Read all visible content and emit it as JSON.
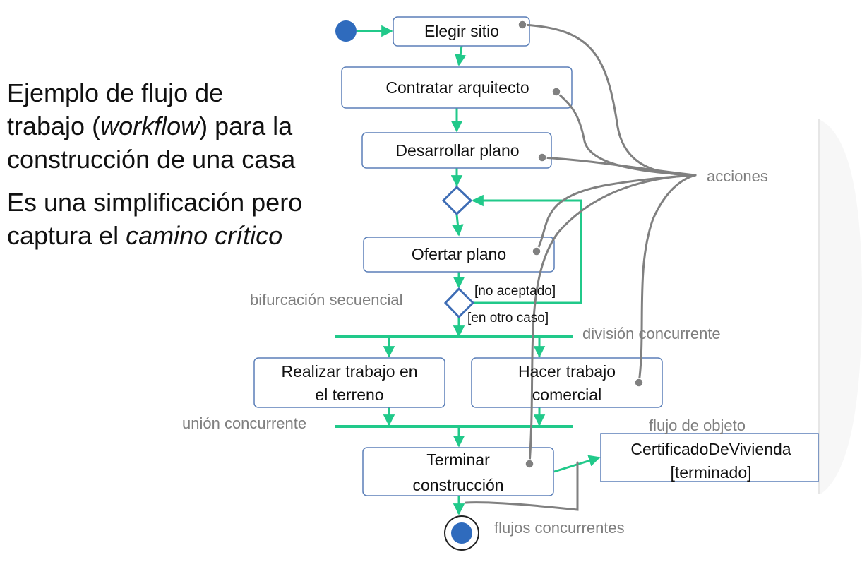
{
  "intro": {
    "line1": "Ejemplo de flujo de",
    "line2_a": "trabajo (",
    "line2_em": "workflow",
    "line2_b": ") para la",
    "line3": "construcción de una casa",
    "line4": "Es una simplificación pero",
    "line5_a": "captura el ",
    "line5_em": "camino crítico"
  },
  "actions": {
    "elegir_sitio": "Elegir sitio",
    "contratar_arquitecto": "Contratar arquitecto",
    "desarrollar_plano": "Desarrollar plano",
    "ofertar_plano": "Ofertar plano",
    "realizar_trabajo_1": "Realizar trabajo en",
    "realizar_trabajo_2": "el terreno",
    "hacer_trabajo_1": "Hacer trabajo",
    "hacer_trabajo_2": "comercial",
    "terminar_1": "Terminar",
    "terminar_2": "construcción"
  },
  "object_node": {
    "line1": "CertificadoDeVivienda",
    "line2": "[terminado]"
  },
  "guards": {
    "no_aceptado": "[no aceptado]",
    "en_otro_caso": "[en otro caso]"
  },
  "annotations": {
    "acciones": "acciones",
    "bifurcacion_secuencial": "bifurcación secuencial",
    "division_concurrente": "división concurrente",
    "union_concurrente": "unión concurrente",
    "flujo_de_objeto": "flujo de objeto",
    "flujos_concurrentes": "flujos concurrentes"
  },
  "colors": {
    "flow": "#21c98a",
    "node_border": "#5b7fb8",
    "decision": "#3e6db5",
    "initial": "#2f6bbd",
    "callout": "#808080",
    "annotation_text": "#7f7f7f"
  }
}
